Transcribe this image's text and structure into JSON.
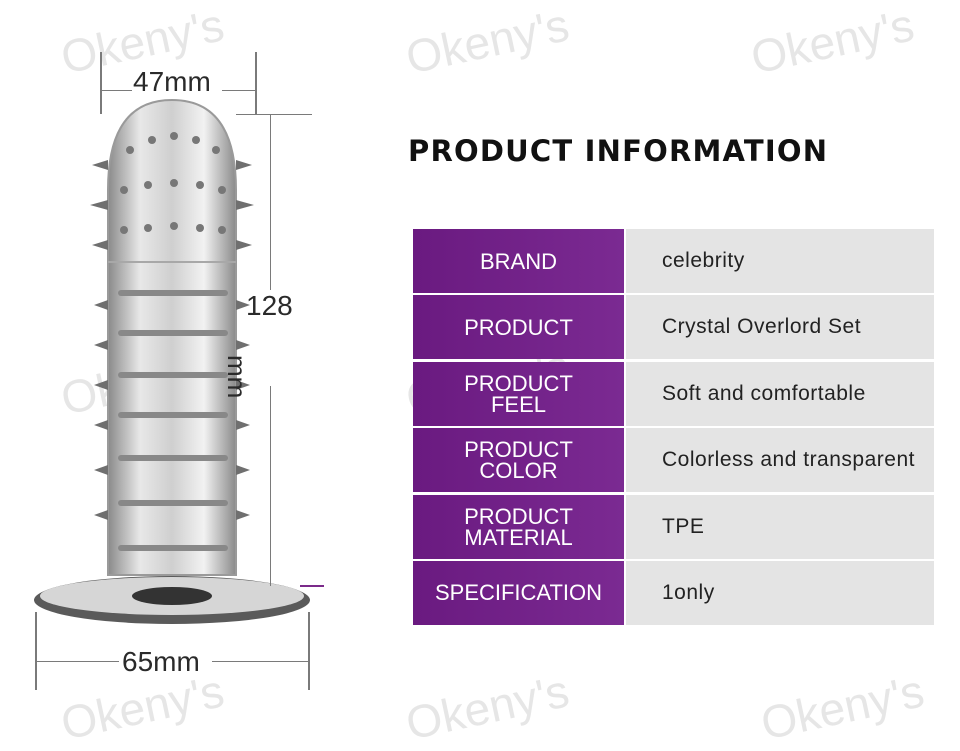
{
  "watermark_text": "Okeny's",
  "dimensions": {
    "width_top": "47mm",
    "height_value": "128",
    "height_unit": "mm",
    "width_base": "65mm"
  },
  "colors": {
    "label_purple": "#6e1f86",
    "value_gray": "#e4e4e4"
  },
  "info": {
    "title": "PRODUCT INFORMATION",
    "rows": [
      {
        "label": "BRAND",
        "value": "celebrity"
      },
      {
        "label": "PRODUCT",
        "value": "Crystal Overlord Set"
      },
      {
        "label": "PRODUCT\nFEEL",
        "value": "Soft and comfortable"
      },
      {
        "label": "PRODUCT\nCOLOR",
        "value": "Colorless and transparent"
      },
      {
        "label": "PRODUCT\nMATERIAL",
        "value": "TPE"
      },
      {
        "label": "SPECIFICATION",
        "value": "1only"
      }
    ]
  }
}
